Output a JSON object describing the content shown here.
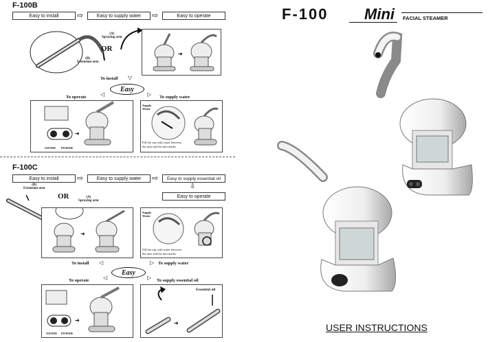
{
  "left": {
    "section_b": {
      "model": "F-100B",
      "steps": [
        "Easy to install",
        "Easy to supply water",
        "Easy to operate"
      ],
      "spraying_arm_label": "(A)\nSpraying arm",
      "extension_arm_label": "(B)\nExtension arm",
      "or_label": "OR",
      "to_install": "To install",
      "easy": "Easy",
      "to_operate": "To operate",
      "to_supply_water": "To supply water",
      "supply_water_label": "Supply\nWater",
      "fill_note": "Fill the cup with water between\nthe max and the min marks",
      "ozone": "OZONE",
      "power": "POWER"
    },
    "section_c": {
      "model": "F-100C",
      "steps": [
        "Easy to install",
        "Easy to supply water",
        "Easy to supply essential oil"
      ],
      "step_operate": "Easy to operate",
      "extension_arm_label": "(B)\nExtension arm",
      "spraying_arm_label": "(A)\nSpraying arm",
      "or_label": "OR",
      "to_install": "To install",
      "to_supply_water": "To supply water",
      "easy": "Easy",
      "to_operate": "To operate",
      "to_supply_essential_oil": "To supply essential oil",
      "supply_water_label": "Supply\nWater",
      "fill_note": "Fill the cup with water between\nthe max and the min marks",
      "essential_oil": "Essential oil",
      "ozone": "OZONE",
      "power": "POWER"
    }
  },
  "right": {
    "model": "F-100",
    "mini": "Mini",
    "subtitle": "FACIAL STEAMER",
    "footer": "USER INSTRUCTIONS"
  },
  "colors": {
    "ink": "#111111",
    "steamer_body": "#f2f2f2",
    "steamer_shadow": "#9a9a9a"
  }
}
